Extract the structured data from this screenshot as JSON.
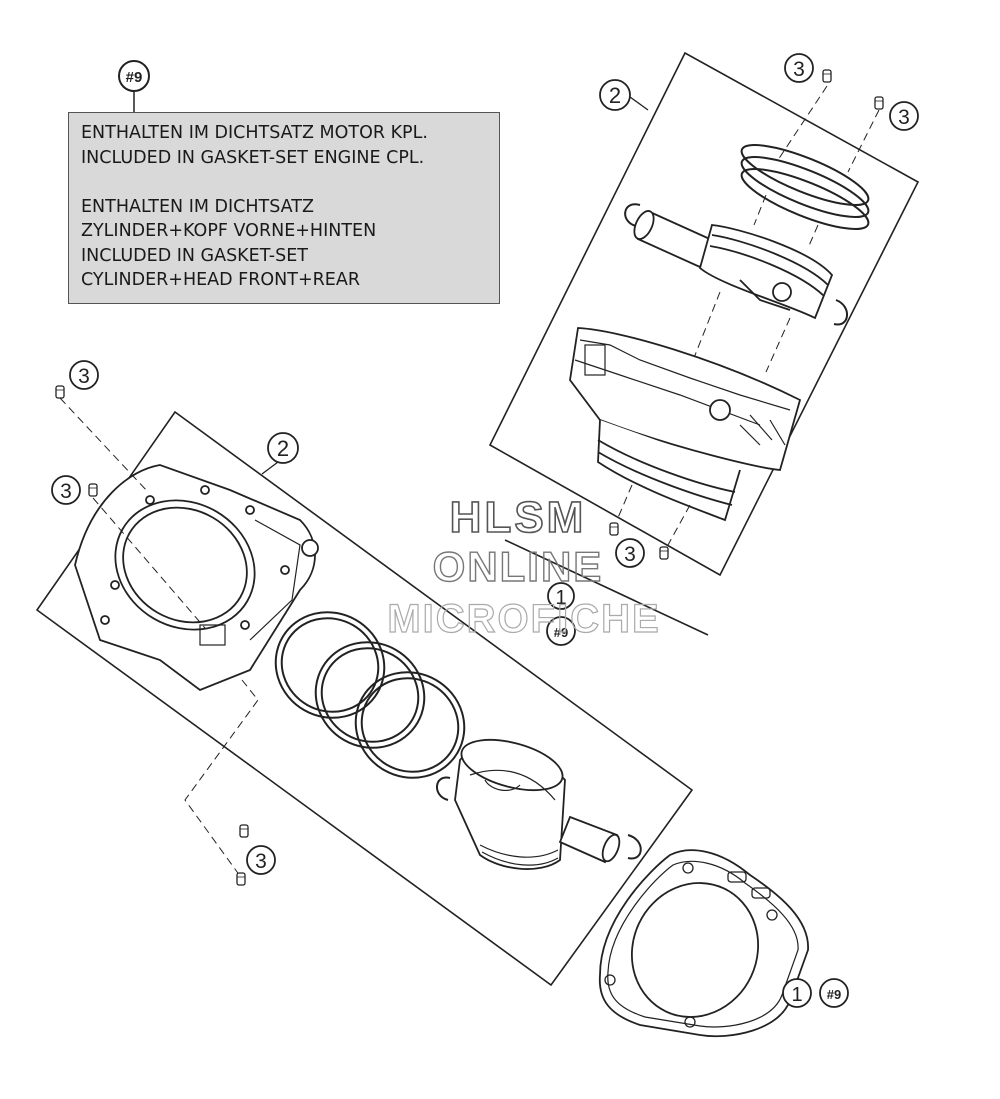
{
  "note": {
    "ref": "#9",
    "lines": [
      "ENTHALTEN IM DICHTSATZ MOTOR KPL.",
      "INCLUDED IN GASKET-SET ENGINE CPL.",
      "",
      "ENTHALTEN IM DICHTSATZ",
      "ZYLINDER+KOPF VORNE+HINTEN",
      "INCLUDED IN GASKET-SET",
      "CYLINDER+HEAD FRONT+REAR"
    ]
  },
  "callouts": {
    "assembly_rear": "2",
    "assembly_front": "2",
    "dowel_pin": "3",
    "gasket": "1",
    "gasket_ref": "#9"
  },
  "watermark": {
    "line1": "HLSM",
    "line2": "ONLINE",
    "line3": "MICROFICHE"
  },
  "colors": {
    "line": "#222222",
    "box_fill": "#d9d9d9",
    "watermark": "#8a8a8a"
  }
}
